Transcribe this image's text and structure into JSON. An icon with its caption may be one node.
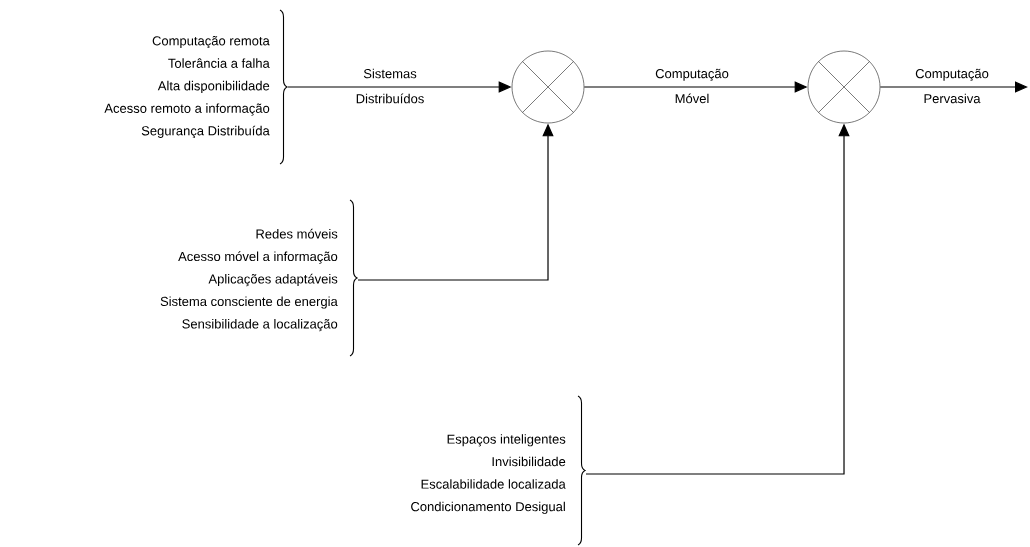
{
  "diagram": {
    "nodes": [
      {
        "text": [
          "Computação remota",
          "Tolerância a falha",
          "Alta disponibilidade",
          "Acesso remoto a informação",
          "Segurança Distribuída"
        ]
      },
      {
        "text": [],
        "shape": "circle"
      },
      {
        "text": [],
        "shape": "circle"
      },
      {
        "text": [
          "Redes móveis",
          "Acesso móvel a informação",
          "Aplicações adaptáveis",
          "Sistema consciente de energia",
          "Sensibilidade a localização"
        ]
      },
      {
        "text": [
          "Espaços inteligentes",
          "Invisibilidade",
          "Escalabilidade localizada",
          "Condicionamento Desigual"
        ]
      }
    ],
    "edges": [
      {
        "from": 0,
        "to": 1,
        "arrow": "to",
        "label": "Sistemas Distribuídos"
      },
      {
        "from": 1,
        "to": 2,
        "arrow": "to",
        "label": "Computação Móvel"
      },
      {
        "from": 2,
        "to": null,
        "arrow": "to",
        "label": "Computação Pervasiva"
      },
      {
        "from": 3,
        "to": 1,
        "arrow": "to"
      },
      {
        "from": 4,
        "to": 2,
        "arrow": "to"
      }
    ]
  }
}
